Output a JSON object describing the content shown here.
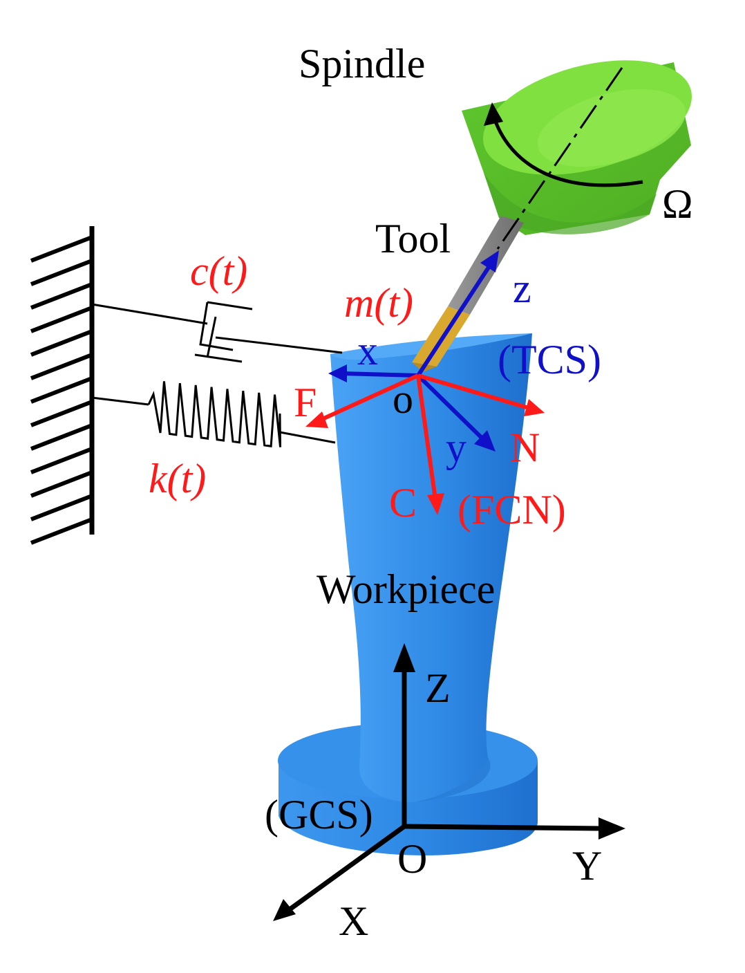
{
  "labels": {
    "spindle": "Spindle",
    "omega": "Ω",
    "tool": "Tool",
    "workpiece": "Workpiece",
    "damping": "c(t)",
    "mass": "m(t)",
    "stiffness": "k(t)",
    "tcs_x": "x",
    "tcs_y": "y",
    "tcs_z": "z",
    "tcs_origin": "o",
    "tcs": "(TCS)",
    "fcn_f": "F",
    "fcn_c": "C",
    "fcn_n": "N",
    "fcn": "(FCN)",
    "gcs": "(GCS)",
    "gcs_x": "X",
    "gcs_y": "Y",
    "gcs_z": "Z",
    "gcs_origin": "O"
  },
  "colors": {
    "tool_frame": "#1010c8",
    "force_frame": "#ff1a1a",
    "global_frame": "#000000",
    "workpiece": "#2f8ae6",
    "spindle": "#66cc33",
    "tool_shank": "#8c8c8c",
    "tool_tip": "#d9a82e"
  }
}
